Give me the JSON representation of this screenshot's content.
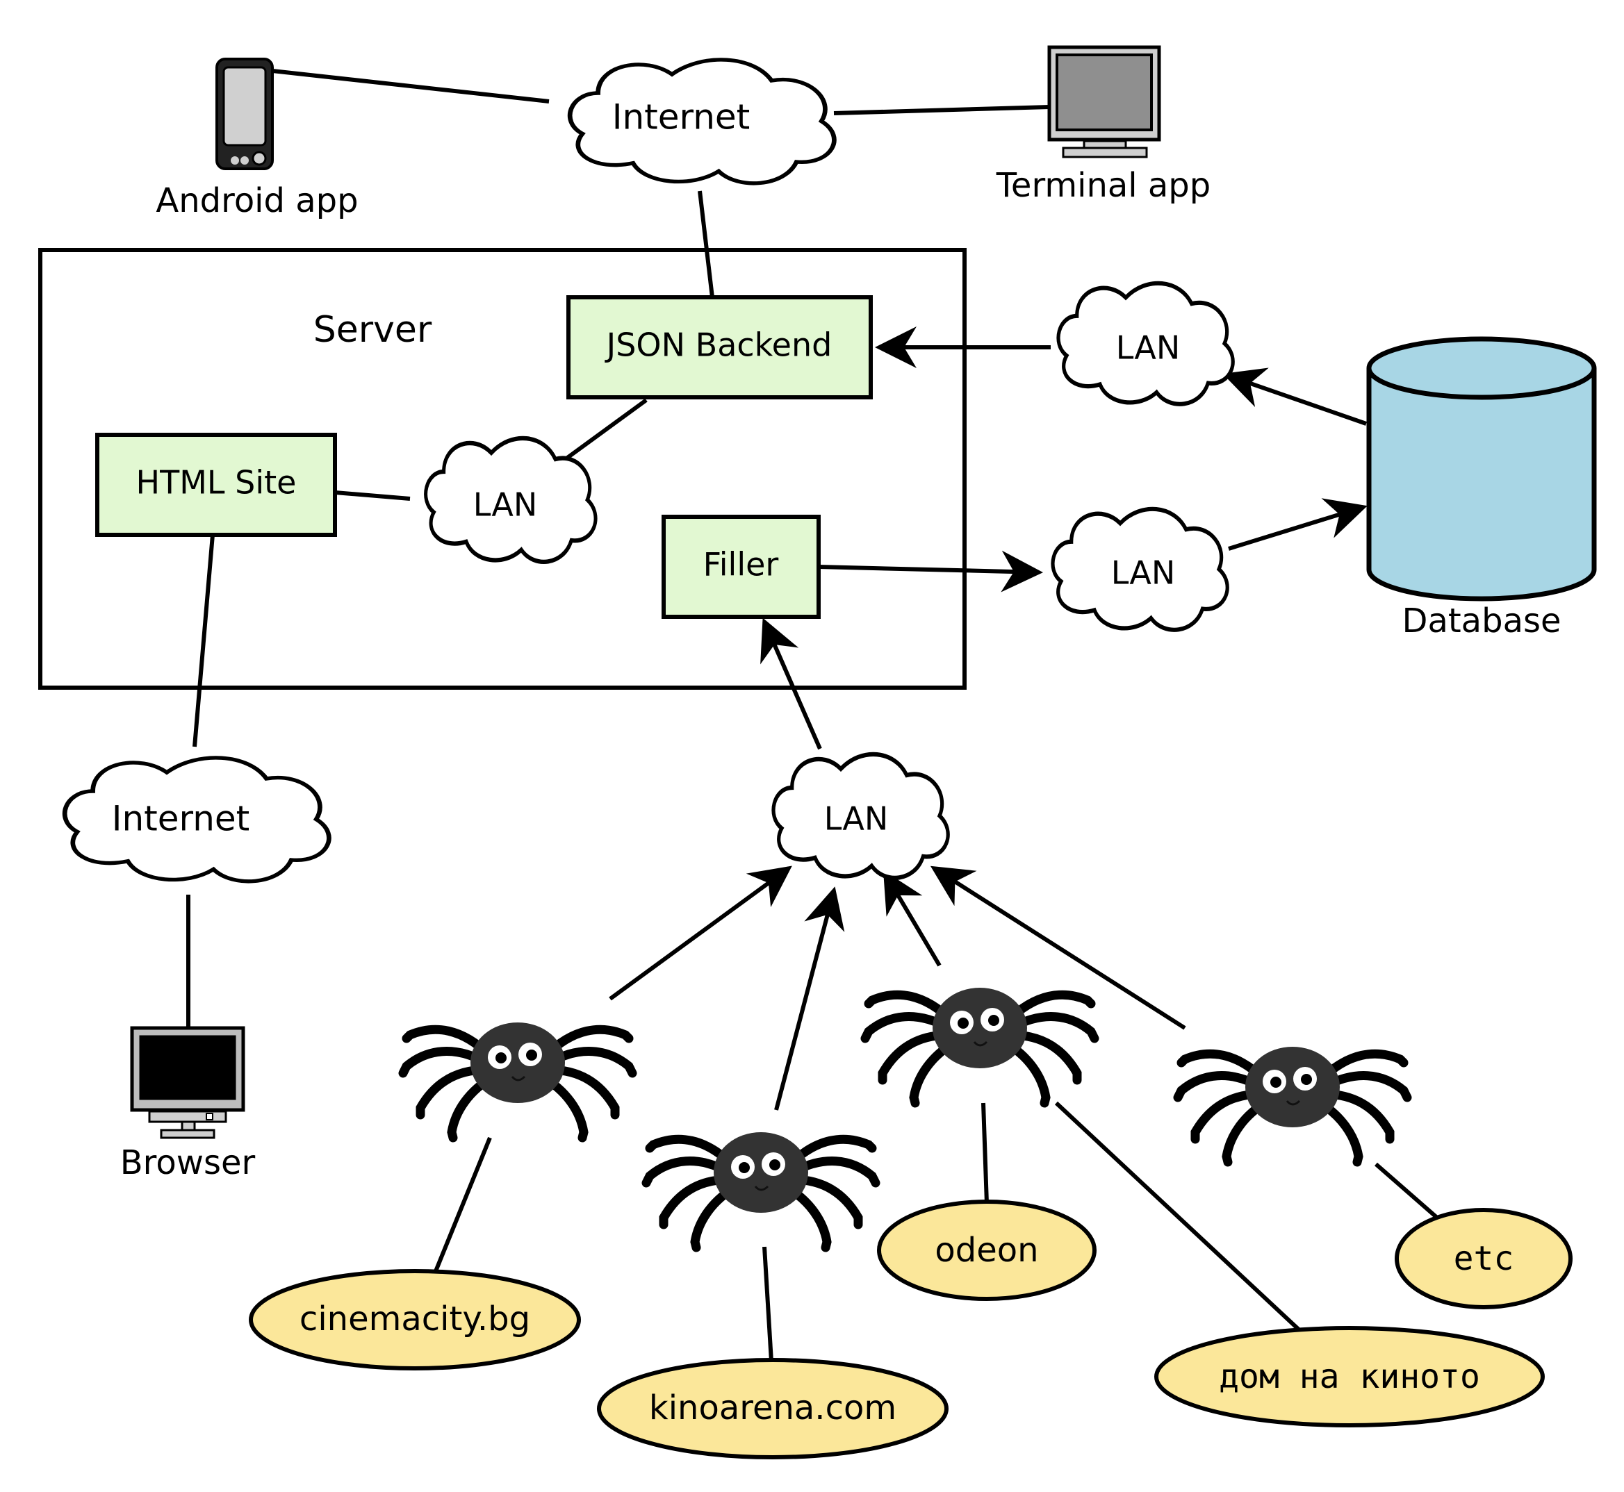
{
  "colors": {
    "component_fill": "#e2f8d2",
    "site_fill": "#fbe79a",
    "database_fill": "#a8d6e5",
    "stroke": "#000000",
    "spider_body": "#333333"
  },
  "clients": {
    "android": {
      "label": "Android app",
      "icon": "mobile-phone-icon"
    },
    "terminal": {
      "label": "Terminal app",
      "icon": "monitor-icon"
    },
    "browser": {
      "label": "Browser",
      "icon": "monitor-icon"
    }
  },
  "clouds": {
    "internet_top": "Internet",
    "internet_bottom": "Internet",
    "lan_server": "LAN",
    "lan_backend": "LAN",
    "lan_filler": "LAN",
    "lan_spiders": "LAN"
  },
  "server": {
    "title": "Server",
    "json_backend": "JSON Backend",
    "html_site": "HTML Site",
    "filler": "Filler"
  },
  "database": {
    "label": "Database"
  },
  "sites": [
    "cinemacity.bg",
    "kinoarena.com",
    "odeon",
    "дом на киното",
    "etc"
  ],
  "spider_icon": "spider-icon"
}
